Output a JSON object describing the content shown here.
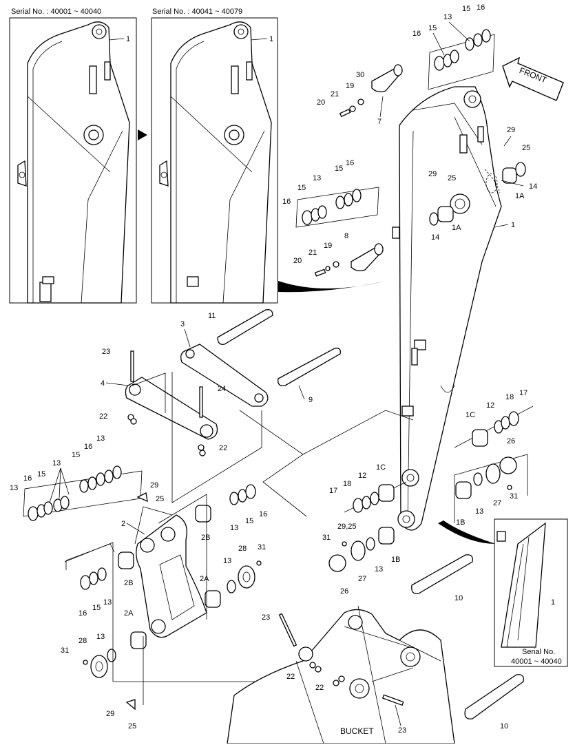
{
  "headers": {
    "inset_left": "Serial No. : 40001 ~ 40040",
    "inset_mid": "Serial No. : 40041 ~ 40079",
    "inset_bottom_line1": "Serial No.",
    "inset_bottom_line2": "40001 ~ 40040"
  },
  "front_label": "FRONT",
  "bucket_label": "BUCKET",
  "part_labels": {
    "l1a": "1",
    "l1b": "1",
    "l1c": "1",
    "l1d": "1",
    "l1A_1": "1A",
    "l1A_2": "1A",
    "l1B_1": "1B",
    "l1B_2": "1B",
    "l1C_1": "1C",
    "l1C_2": "1C",
    "l2": "2",
    "l2A_1": "2A",
    "l2A_2": "2A",
    "l2B_1": "2B",
    "l2B_2": "2B",
    "l3": "3",
    "l4": "4",
    "l7": "7",
    "l8": "8",
    "l9": "9",
    "l10a": "10",
    "l10b": "10",
    "l11": "11",
    "l12a": "12",
    "l12b": "12",
    "l13a": "13",
    "l13b": "13",
    "l13c": "13",
    "l13d": "13",
    "l13e": "13",
    "l13f": "13",
    "l13g": "13",
    "l13h": "13",
    "l13i": "13",
    "l13j": "13",
    "l13k": "13",
    "l14a": "14",
    "l14b": "14",
    "l15a": "15",
    "l15b": "15",
    "l15c": "15",
    "l15d": "15",
    "l15e": "15",
    "l15f": "15",
    "l15g": "15",
    "l15h": "15",
    "l16a": "16",
    "l16b": "16",
    "l16c": "16",
    "l16d": "16",
    "l16e": "16",
    "l16f": "16",
    "l16g": "16",
    "l16h": "16",
    "l17a": "17",
    "l17b": "17",
    "l18a": "18",
    "l18b": "18",
    "l19a": "19",
    "l19b": "19",
    "l20a": "20",
    "l20b": "20",
    "l21a": "21",
    "l21b": "21",
    "l22a": "22",
    "l22b": "22",
    "l22c": "22",
    "l22d": "22",
    "l23a": "23",
    "l23b": "23",
    "l23c": "23",
    "l24": "24",
    "l25a": "25",
    "l25b": "25",
    "l25c": "25",
    "l25d": "25",
    "l26a": "26",
    "l26b": "26",
    "l27a": "27",
    "l27b": "27",
    "l28a": "28",
    "l28b": "28",
    "l29a": "29",
    "l29b": "29",
    "l29c": "29",
    "l2925": "29,25",
    "l30": "30",
    "l31a": "31",
    "l31b": "31",
    "l31c": "31",
    "l31d": "31"
  }
}
